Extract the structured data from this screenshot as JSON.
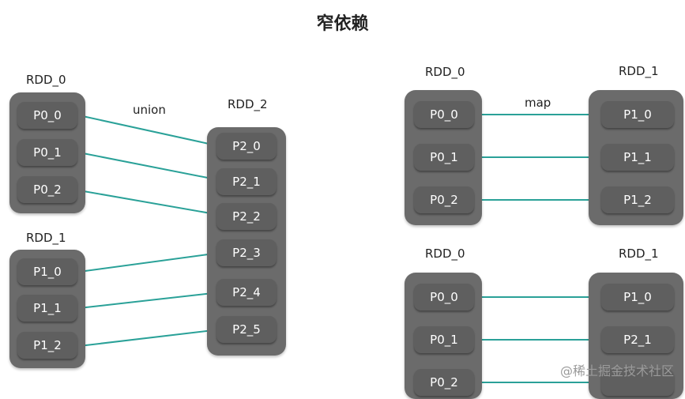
{
  "title": "窄依赖",
  "left": {
    "rdd0": {
      "label": "RDD_0",
      "parts": [
        "P0_0",
        "P0_1",
        "P0_2"
      ]
    },
    "rdd1": {
      "label": "RDD_1",
      "parts": [
        "P1_0",
        "P1_1",
        "P1_2"
      ]
    },
    "rdd2": {
      "label": "RDD_2",
      "parts": [
        "P2_0",
        "P2_1",
        "P2_2",
        "P2_3",
        "P2_4",
        "P2_5"
      ]
    },
    "op": "union"
  },
  "right_top": {
    "src": {
      "label": "RDD_0",
      "parts": [
        "P0_0",
        "P0_1",
        "P0_2"
      ]
    },
    "dst": {
      "label": "RDD_1",
      "parts": [
        "P1_0",
        "P1_1",
        "P1_2"
      ]
    },
    "op": "map"
  },
  "right_bottom": {
    "src": {
      "label": "RDD_0",
      "parts": [
        "P0_0",
        "P0_1",
        "P0_2"
      ]
    },
    "dst": {
      "label": "RDD_1",
      "parts": [
        "P1_0",
        "P2_1"
      ]
    }
  },
  "watermark": "@稀土掘金技术社区",
  "colors": {
    "line": "#2aa198",
    "box": "#6b6b6b",
    "cell": "#5f5f5f"
  }
}
